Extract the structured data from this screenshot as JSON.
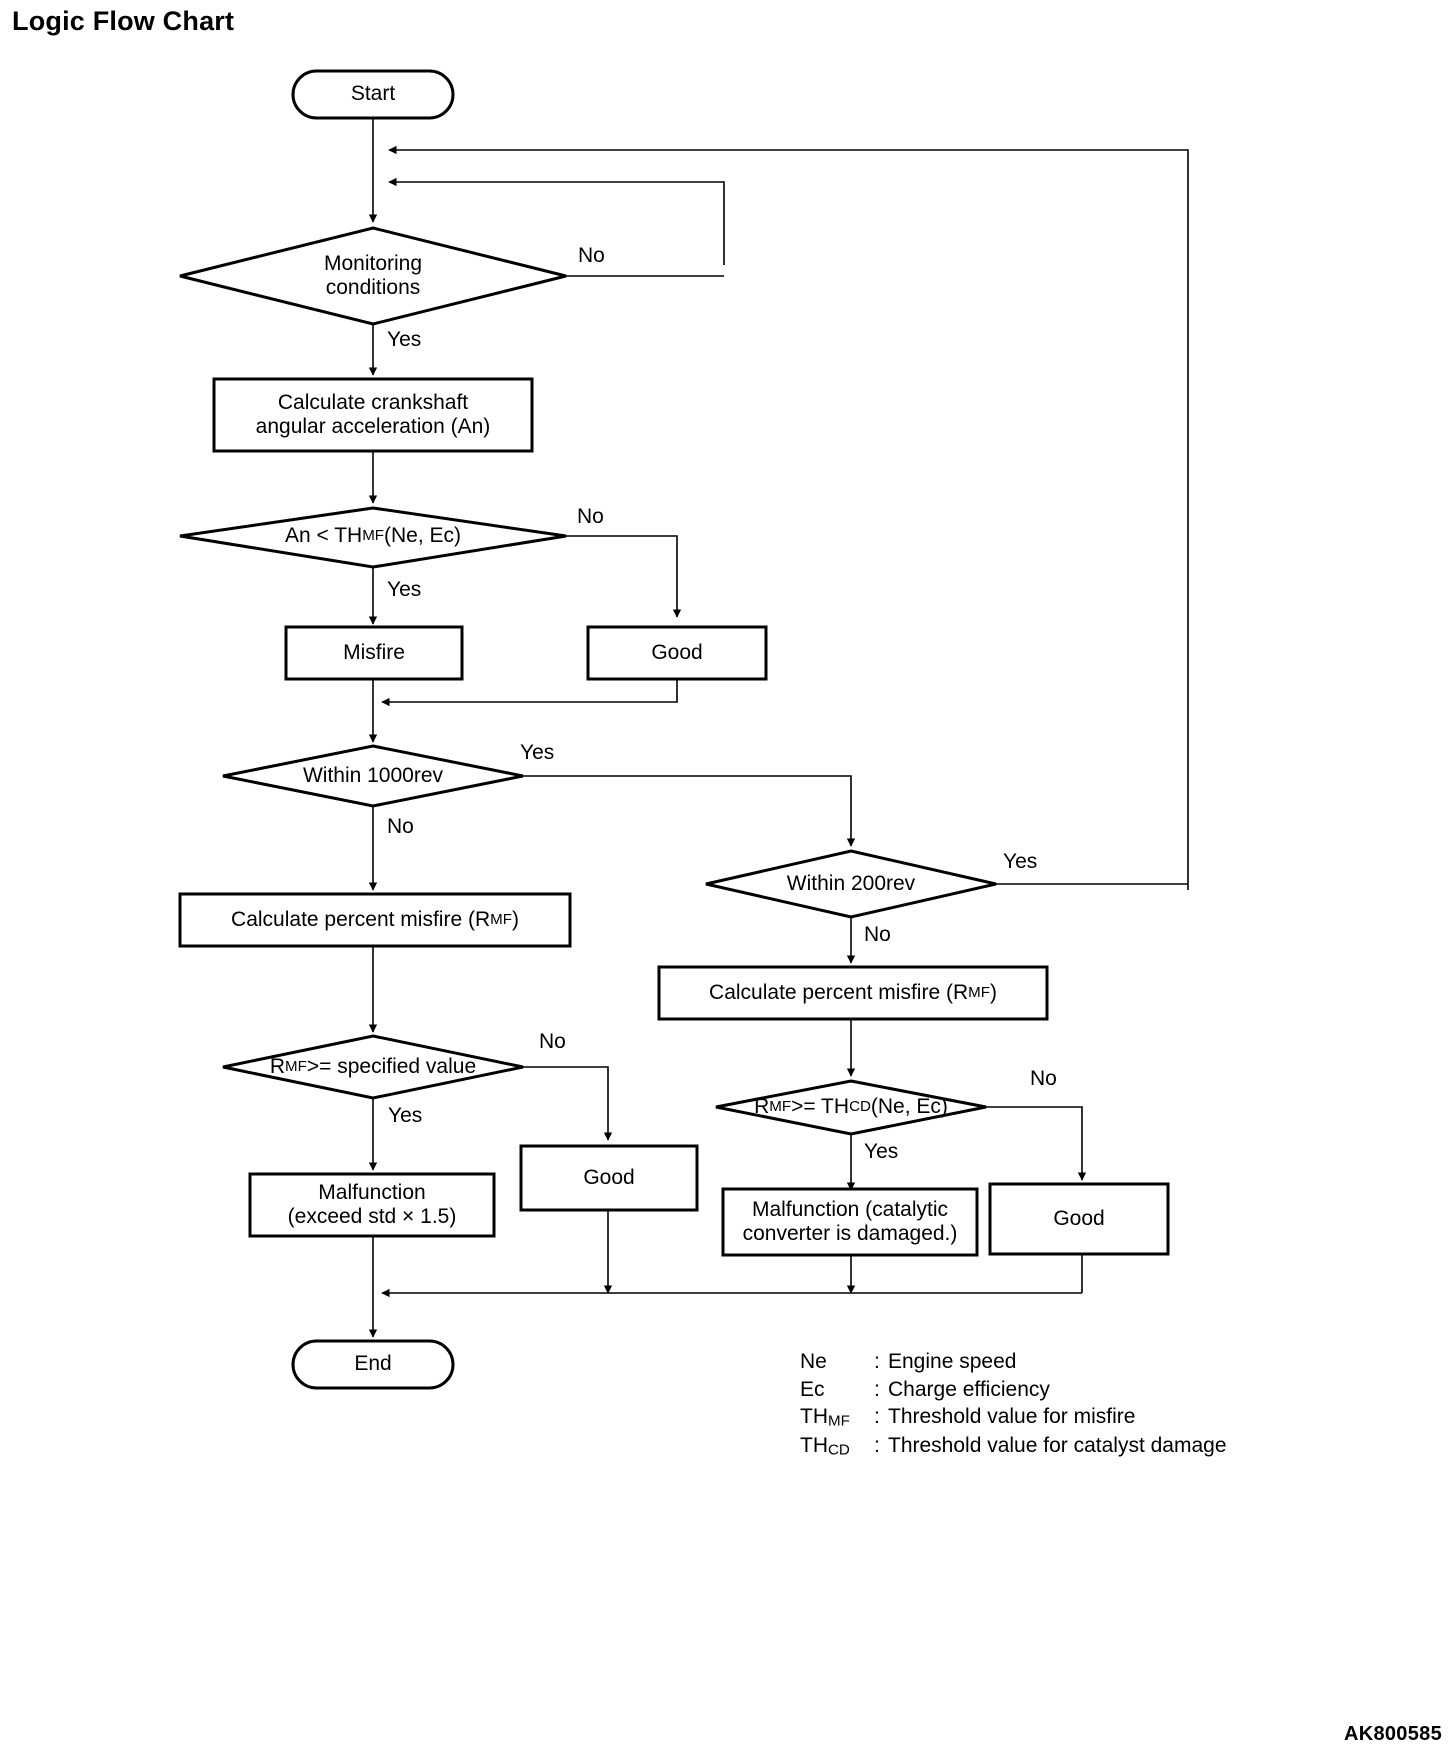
{
  "title": "Logic Flow Chart",
  "doc_code": "AK800585",
  "nodes": {
    "start": {
      "label": "Start",
      "shape": "terminator"
    },
    "monitoring_conditions": {
      "label": "Monitoring\nconditions",
      "shape": "decision"
    },
    "calc_angular_accel": {
      "label": "Calculate crankshaft\nangular acceleration (An)",
      "shape": "process"
    },
    "an_lt_thmf": {
      "label": "An < THᴍꟸ (Ne, Ec)",
      "label_plain": "An < THMF (Ne, Ec)",
      "shape": "decision"
    },
    "misfire": {
      "label": "Misfire",
      "shape": "process"
    },
    "good_1": {
      "label": "Good",
      "shape": "process"
    },
    "within_1000rev": {
      "label": "Within 1000rev",
      "shape": "decision"
    },
    "within_200rev": {
      "label": "Within 200rev",
      "shape": "decision"
    },
    "calc_percent_misfire_left": {
      "label": "Calculate percent misfire (Rᴍꟸ)",
      "label_plain": "Calculate percent misfire (RMF)",
      "shape": "process"
    },
    "calc_percent_misfire_right": {
      "label": "Calculate percent misfire (Rᴍꟸ)",
      "label_plain": "Calculate percent misfire (RMF)",
      "shape": "process"
    },
    "rmf_ge_specified": {
      "label": "Rᴍꟸ >= specified value",
      "label_plain": "RMF >= specified value",
      "shape": "decision"
    },
    "rmf_ge_thcd": {
      "label": "Rᴍꟸ >= THꟲᴅ (Ne, Ec)",
      "label_plain": "RMF >= THCD (Ne, Ec)",
      "shape": "decision"
    },
    "malfunction_std": {
      "label": "Malfunction\n(exceed std × 1.5)",
      "shape": "process"
    },
    "good_2": {
      "label": "Good",
      "shape": "process"
    },
    "malfunction_catalytic": {
      "label": "Malfunction (catalytic\nconverter is damaged.)",
      "shape": "process"
    },
    "good_3": {
      "label": "Good",
      "shape": "process"
    },
    "end": {
      "label": "End",
      "shape": "terminator"
    }
  },
  "edge_labels": {
    "monitoring_no": "No",
    "monitoring_yes": "Yes",
    "an_no": "No",
    "an_yes": "Yes",
    "rev1000_yes": "Yes",
    "rev1000_no": "No",
    "rev200_yes": "Yes",
    "rev200_no": "No",
    "rmf_spec_no": "No",
    "rmf_spec_yes": "Yes",
    "rmf_thcd_no": "No",
    "rmf_thcd_yes": "Yes"
  },
  "legend": [
    {
      "key": "Ne",
      "key_plain": "Ne",
      "sep": ":",
      "value": "Engine speed"
    },
    {
      "key": "Ec",
      "key_plain": "Ec",
      "sep": ":",
      "value": "Charge efficiency"
    },
    {
      "key": "THᴍꟸ",
      "key_plain": "THMF",
      "sep": ":",
      "value": "Threshold value for misfire"
    },
    {
      "key": "THꟲᴅ",
      "key_plain": "THCD",
      "sep": ":",
      "value": "Threshold value for catalyst damage"
    }
  ],
  "colors": {
    "stroke": "#000000",
    "background": "#ffffff"
  }
}
